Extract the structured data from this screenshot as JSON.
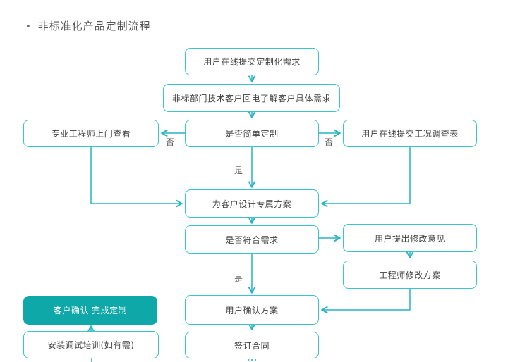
{
  "title": {
    "bullet": "•",
    "text": "非标准化产品定制流程"
  },
  "colors": {
    "box_border": "#38c5cb",
    "arrow": "#29b3c2",
    "highlight_box_fill": "#0fa8a9",
    "box_text": "#404040",
    "label_text": "#595959",
    "background": "#ffffff"
  },
  "flowchart": {
    "nodes": [
      {
        "id": "submit-requirement",
        "label": "用户在线提交定制化需求"
      },
      {
        "id": "callback",
        "label": "非标部门技术客户回电了解客户具体需求"
      },
      {
        "id": "engineer-visit",
        "label": "专业工程师上门查看"
      },
      {
        "id": "simple-custom",
        "label": "是否简单定制"
      },
      {
        "id": "survey-form",
        "label": "用户在线提交工况调查表"
      },
      {
        "id": "design-solution",
        "label": "为客户设计专属方案"
      },
      {
        "id": "meets-requirement",
        "label": "是否符合需求"
      },
      {
        "id": "user-feedback",
        "label": "用户提出修改意见"
      },
      {
        "id": "engineer-modify",
        "label": "工程师修改方案"
      },
      {
        "id": "confirm-complete",
        "label": "客户确认 完成定制",
        "highlighted": true
      },
      {
        "id": "user-confirm",
        "label": "用户确认方案"
      },
      {
        "id": "install-training",
        "label": "安装调试培训(如有需)"
      },
      {
        "id": "sign-contract",
        "label": "签订合同"
      }
    ],
    "edge_labels": {
      "yes": "是",
      "no": "否"
    },
    "edges": [
      {
        "from": "submit-requirement",
        "to": "callback"
      },
      {
        "from": "callback",
        "to": "simple-custom"
      },
      {
        "from": "simple-custom",
        "to": "engineer-visit",
        "label": "否"
      },
      {
        "from": "simple-custom",
        "to": "survey-form",
        "label": "否"
      },
      {
        "from": "simple-custom",
        "to": "design-solution",
        "label": "是"
      },
      {
        "from": "engineer-visit",
        "to": "design-solution"
      },
      {
        "from": "survey-form",
        "to": "design-solution"
      },
      {
        "from": "design-solution",
        "to": "meets-requirement"
      },
      {
        "from": "meets-requirement",
        "to": "user-feedback"
      },
      {
        "from": "meets-requirement",
        "to": "user-confirm",
        "label": "是"
      },
      {
        "from": "user-feedback",
        "to": "engineer-modify"
      },
      {
        "from": "engineer-modify",
        "to": "user-confirm"
      },
      {
        "from": "user-confirm",
        "to": "sign-contract"
      },
      {
        "from": "install-training",
        "to": "confirm-complete"
      }
    ]
  }
}
